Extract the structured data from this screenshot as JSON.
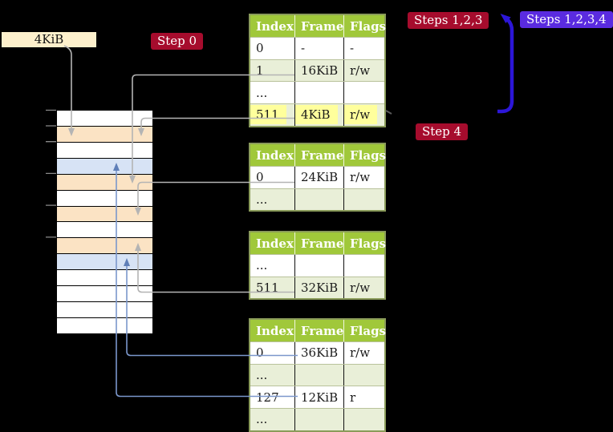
{
  "frame_box": {
    "label": "4KiB"
  },
  "badges": {
    "step0": {
      "label": "Step 0"
    },
    "steps123": {
      "label": "Steps 1,2,3"
    },
    "steps1234": {
      "label": "Steps 1,2,3,4"
    },
    "step4": {
      "label": "Step 4"
    }
  },
  "memory": {
    "rows": [
      "free",
      "page_table",
      "free",
      "mapped_page",
      "page_table",
      "free",
      "page_table",
      "free",
      "page_table",
      "mapped_page",
      "free",
      "free",
      "free",
      "free"
    ]
  },
  "tables": [
    {
      "headers": [
        "Index",
        "Frame",
        "Flags"
      ],
      "rows": [
        {
          "cells": [
            "0",
            "-",
            "-"
          ]
        },
        {
          "cells": [
            "1",
            "16KiB",
            "r/w"
          ]
        },
        {
          "cells": [
            "...",
            "",
            ""
          ]
        },
        {
          "cells": [
            "511",
            "4KiB",
            "r/w"
          ],
          "highlight": true
        }
      ]
    },
    {
      "headers": [
        "Index",
        "Frame",
        "Flags"
      ],
      "rows": [
        {
          "cells": [
            "0",
            "24KiB",
            "r/w"
          ]
        },
        {
          "cells": [
            "...",
            "",
            ""
          ]
        }
      ]
    },
    {
      "headers": [
        "Index",
        "Frame",
        "Flags"
      ],
      "rows": [
        {
          "cells": [
            "...",
            "",
            ""
          ]
        },
        {
          "cells": [
            "511",
            "32KiB",
            "r/w"
          ]
        }
      ]
    },
    {
      "headers": [
        "Index",
        "Frame",
        "Flags"
      ],
      "rows": [
        {
          "cells": [
            "0",
            "36KiB",
            "r/w"
          ]
        },
        {
          "cells": [
            "...",
            "",
            ""
          ]
        },
        {
          "cells": [
            "127",
            "12KiB",
            "r"
          ]
        },
        {
          "cells": [
            "...",
            "",
            ""
          ]
        }
      ]
    }
  ],
  "colors": {
    "table_header_bg": "#a0c83a",
    "table_row_alt_bg": "#e9efd8",
    "highlight_bg": "#ffff9c",
    "badge_red_bg": "#a60c2d",
    "badge_blue_bg": "#5a2be0",
    "frame_box_bg": "#fdf0cc",
    "mem_page_table_bg": "#fbe3c4",
    "mem_mapped_page_bg": "#d7e3f5",
    "connector_gray": "#b4b4b4",
    "connector_blue": "#7b97cc",
    "recursive_arrow_blue": "#2c16d8"
  }
}
